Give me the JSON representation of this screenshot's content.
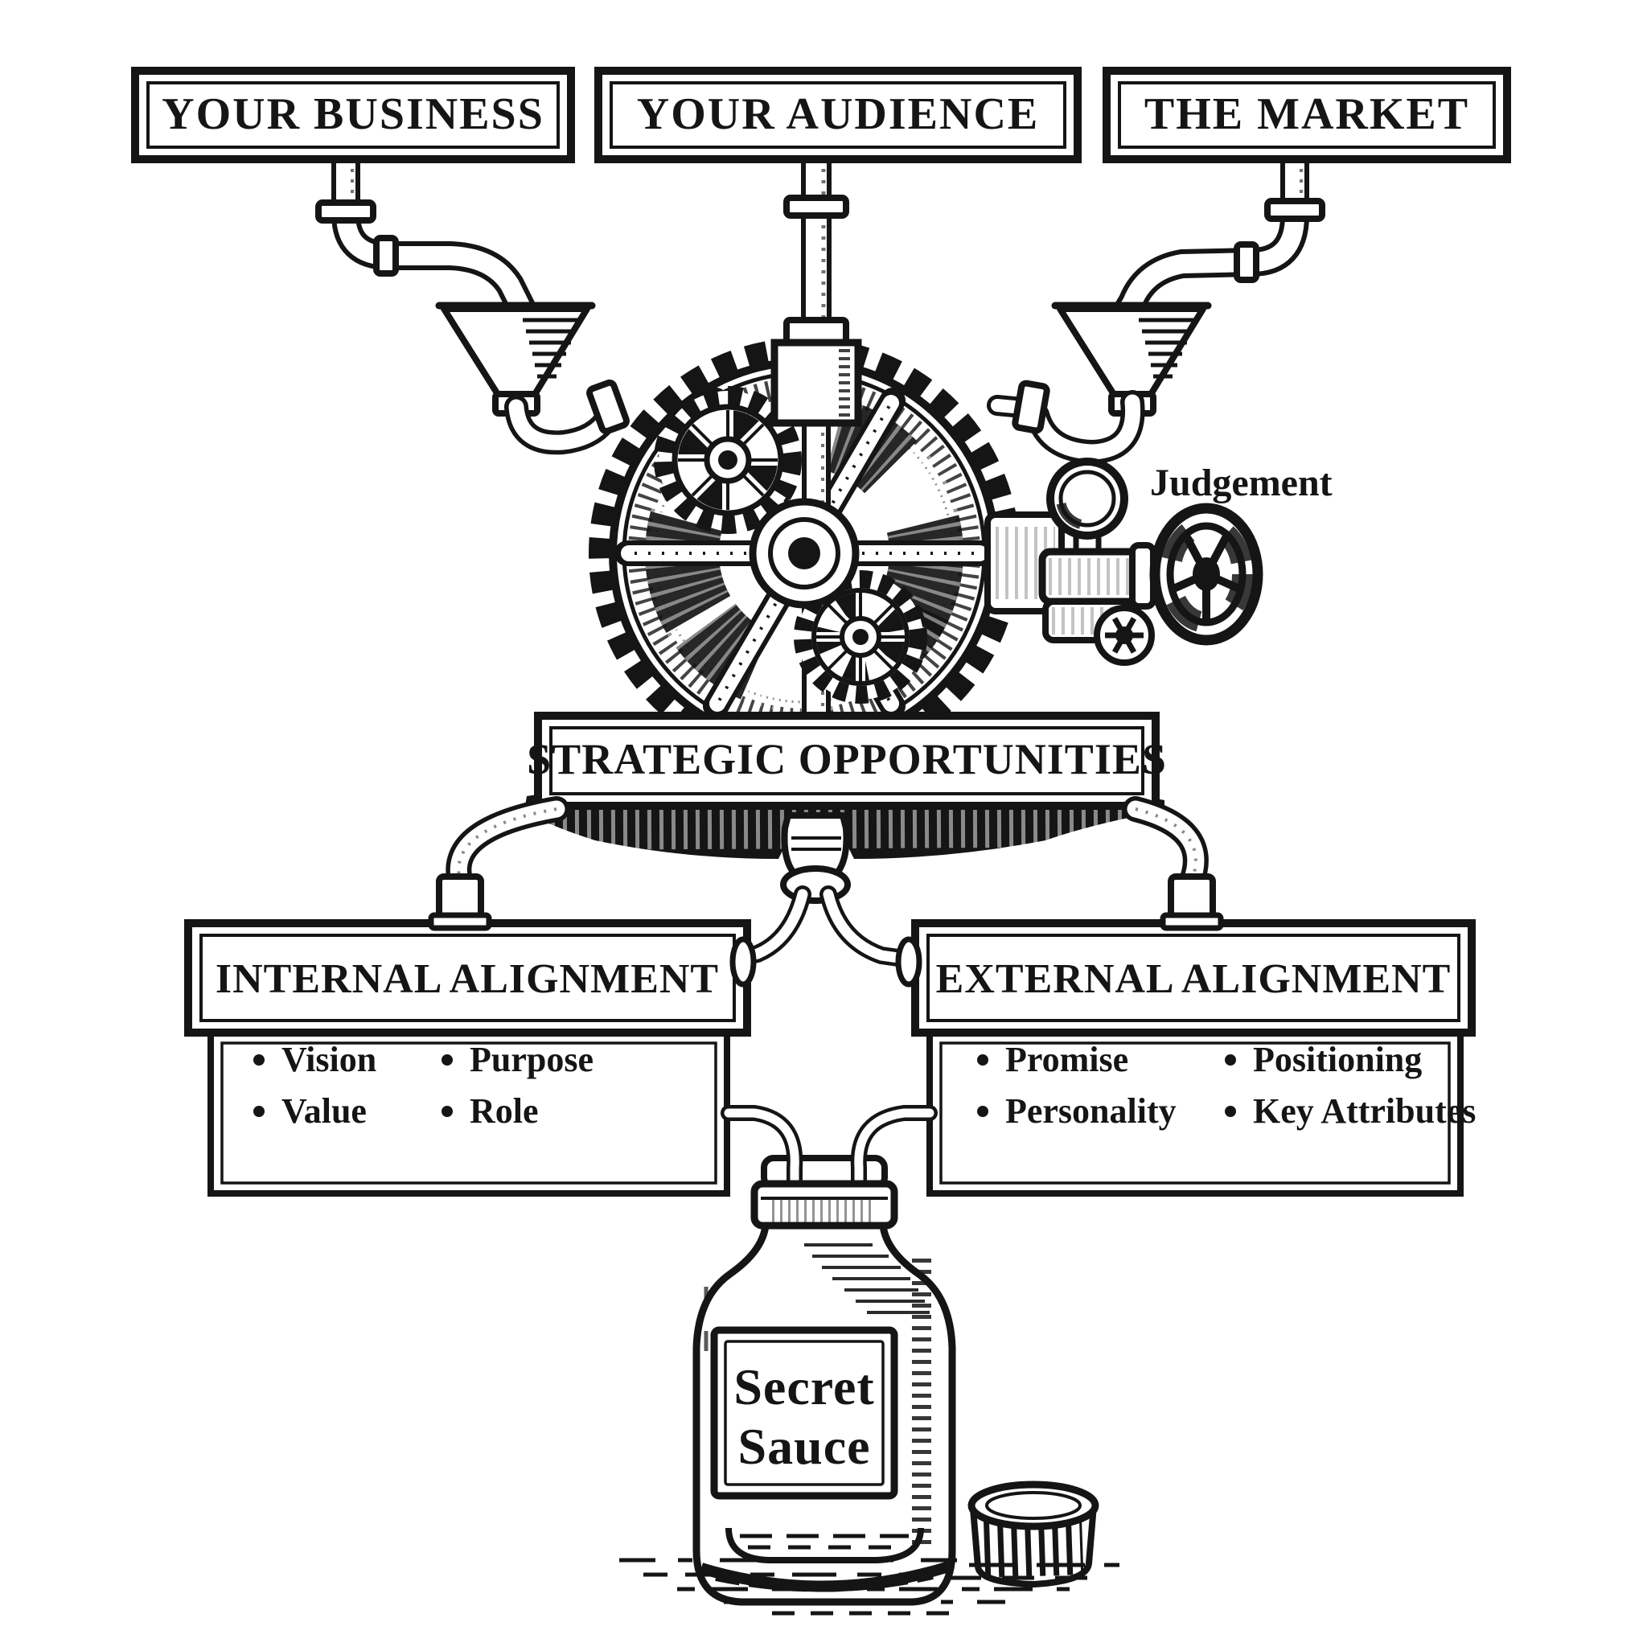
{
  "top_inputs": [
    {
      "label": "YOUR BUSINESS"
    },
    {
      "label": "YOUR AUDIENCE"
    },
    {
      "label": "THE MARKET"
    }
  ],
  "machine": {
    "valve_label": "Judgement"
  },
  "output_box": {
    "label": "STRATEGIC OPPORTUNITIES"
  },
  "internal_box": {
    "title": "INTERNAL ALIGNMENT",
    "items": [
      "Vision",
      "Value",
      "Purpose",
      "Role"
    ]
  },
  "external_box": {
    "title": "EXTERNAL ALIGNMENT",
    "items": [
      "Promise",
      "Personality",
      "Positioning",
      "Key Attributes"
    ]
  },
  "bottle": {
    "label_line1": "Secret",
    "label_line2": "Sauce"
  },
  "colors": {
    "ink": "#151515",
    "paper": "#ffffff"
  }
}
